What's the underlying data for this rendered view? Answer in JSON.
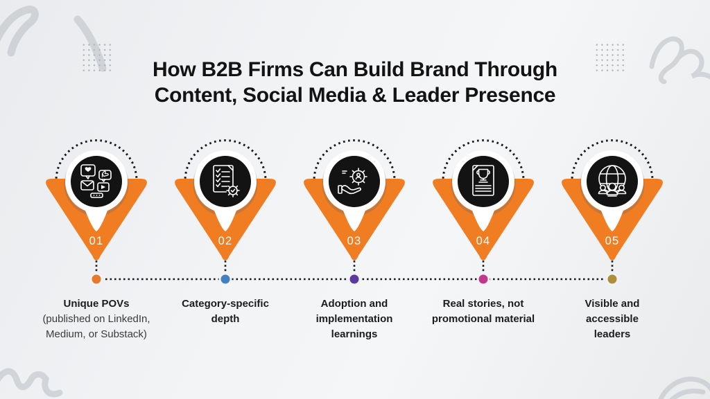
{
  "title": {
    "line1": "How B2B Firms Can Build Brand Through",
    "line2": "Content, Social Media & Leader Presence"
  },
  "colors": {
    "accent": "#F07D22",
    "disc": "#131313",
    "dotted_line": "#17171a",
    "title_text": "#131313",
    "label_text": "#1c1c1c",
    "background": "#edeff1"
  },
  "items": [
    {
      "number": "01",
      "icon": "social-engagement-icon",
      "dot_color": "#E8782A",
      "label": "Unique POVs",
      "sublabel": "(published on LinkedIn, Medium, or Substack)"
    },
    {
      "number": "02",
      "icon": "checklist-gear-icon",
      "dot_color": "#4580C4",
      "label": "Category-specific depth",
      "sublabel": ""
    },
    {
      "number": "03",
      "icon": "adoption-hand-gear-icon",
      "dot_color": "#5C3A9D",
      "label": "Adoption and implementation learnings",
      "sublabel": ""
    },
    {
      "number": "04",
      "icon": "trophy-document-icon",
      "dot_color": "#C1398E",
      "label": "Real stories, not promotional material",
      "sublabel": ""
    },
    {
      "number": "05",
      "icon": "globe-people-icon",
      "dot_color": "#B08D3B",
      "label": "Visible and accessible leaders",
      "sublabel": ""
    }
  ]
}
